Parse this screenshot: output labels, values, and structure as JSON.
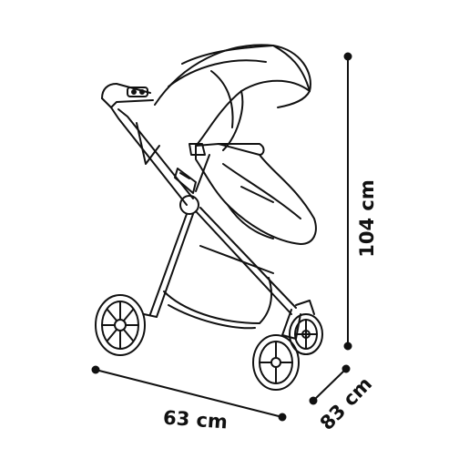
{
  "dimensions": {
    "height": {
      "value": 104,
      "unit": "cm",
      "label": "104 cm"
    },
    "width": {
      "value": 63,
      "unit": "cm",
      "label": "63 cm"
    },
    "depth": {
      "value": 83,
      "unit": "cm",
      "label": "83 cm"
    }
  },
  "colors": {
    "line": "#111111",
    "background": "#ffffff"
  }
}
